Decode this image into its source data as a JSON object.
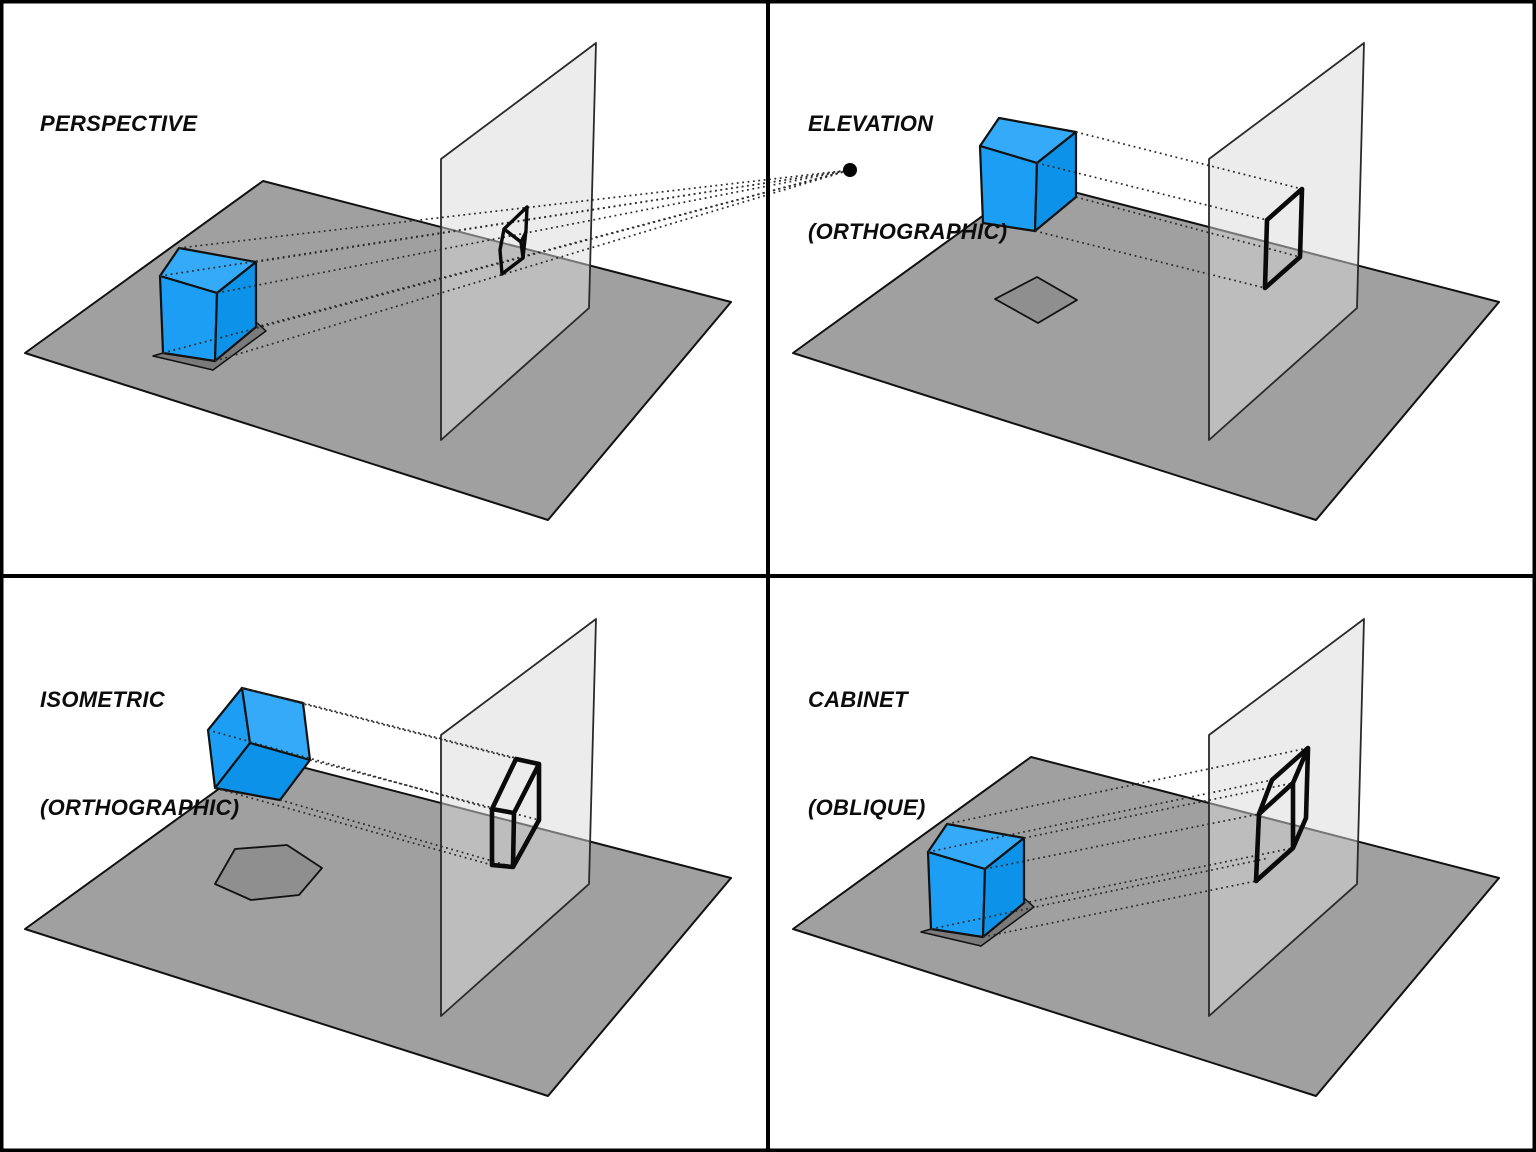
{
  "diagram": {
    "type": "projection-comparison",
    "panels": [
      {
        "id": "perspective",
        "lines": [
          "PERSPECTIVE",
          ""
        ]
      },
      {
        "id": "elevation",
        "lines": [
          "ELEVATION",
          "(ORTHOGRAPHIC)"
        ]
      },
      {
        "id": "isometric",
        "lines": [
          "ISOMETRIC",
          "(ORTHOGRAPHIC)"
        ]
      },
      {
        "id": "cabinet",
        "lines": [
          "CABINET",
          "(OBLIQUE)"
        ]
      }
    ],
    "elements": {
      "object": "blue cube",
      "surface": "gray ground plane",
      "screen": "translucent picture plane",
      "rays": "dotted projection rays",
      "eye": "station point (perspective eye)"
    },
    "colors": {
      "cube_top": "#35AAF8",
      "cube_front": "#1C9EF4",
      "cube_side": "#0D92E9",
      "ground": "#A0A0A0",
      "shadow": "#8F8F8F",
      "plinth": "#7A7A7A",
      "plane_fill": "#D9D9D9",
      "outline": "#111111",
      "background": "#FFFFFF"
    }
  }
}
